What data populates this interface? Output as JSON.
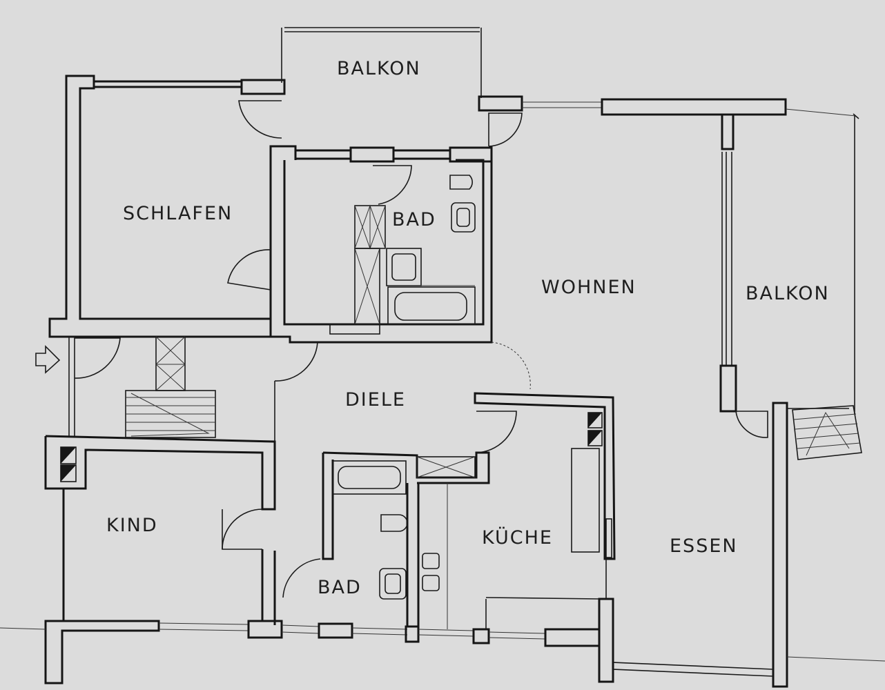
{
  "rooms": {
    "balkon_top": "BALKON",
    "schlafen": "SCHLAFEN",
    "bad_upper": "BAD",
    "wohnen": "WOHNEN",
    "balkon_right": "BALKON",
    "diele": "DIELE",
    "kind": "KIND",
    "bad_lower": "BAD",
    "kueche": "KÜCHE",
    "essen": "ESSEN"
  },
  "icons": [
    "entrance-arrow-icon",
    "door-swing-icon",
    "stair-icon",
    "bathtub-icon",
    "toilet-icon",
    "washbasin-icon",
    "shower-tray-icon",
    "stove-icon",
    "chimney-icon"
  ]
}
